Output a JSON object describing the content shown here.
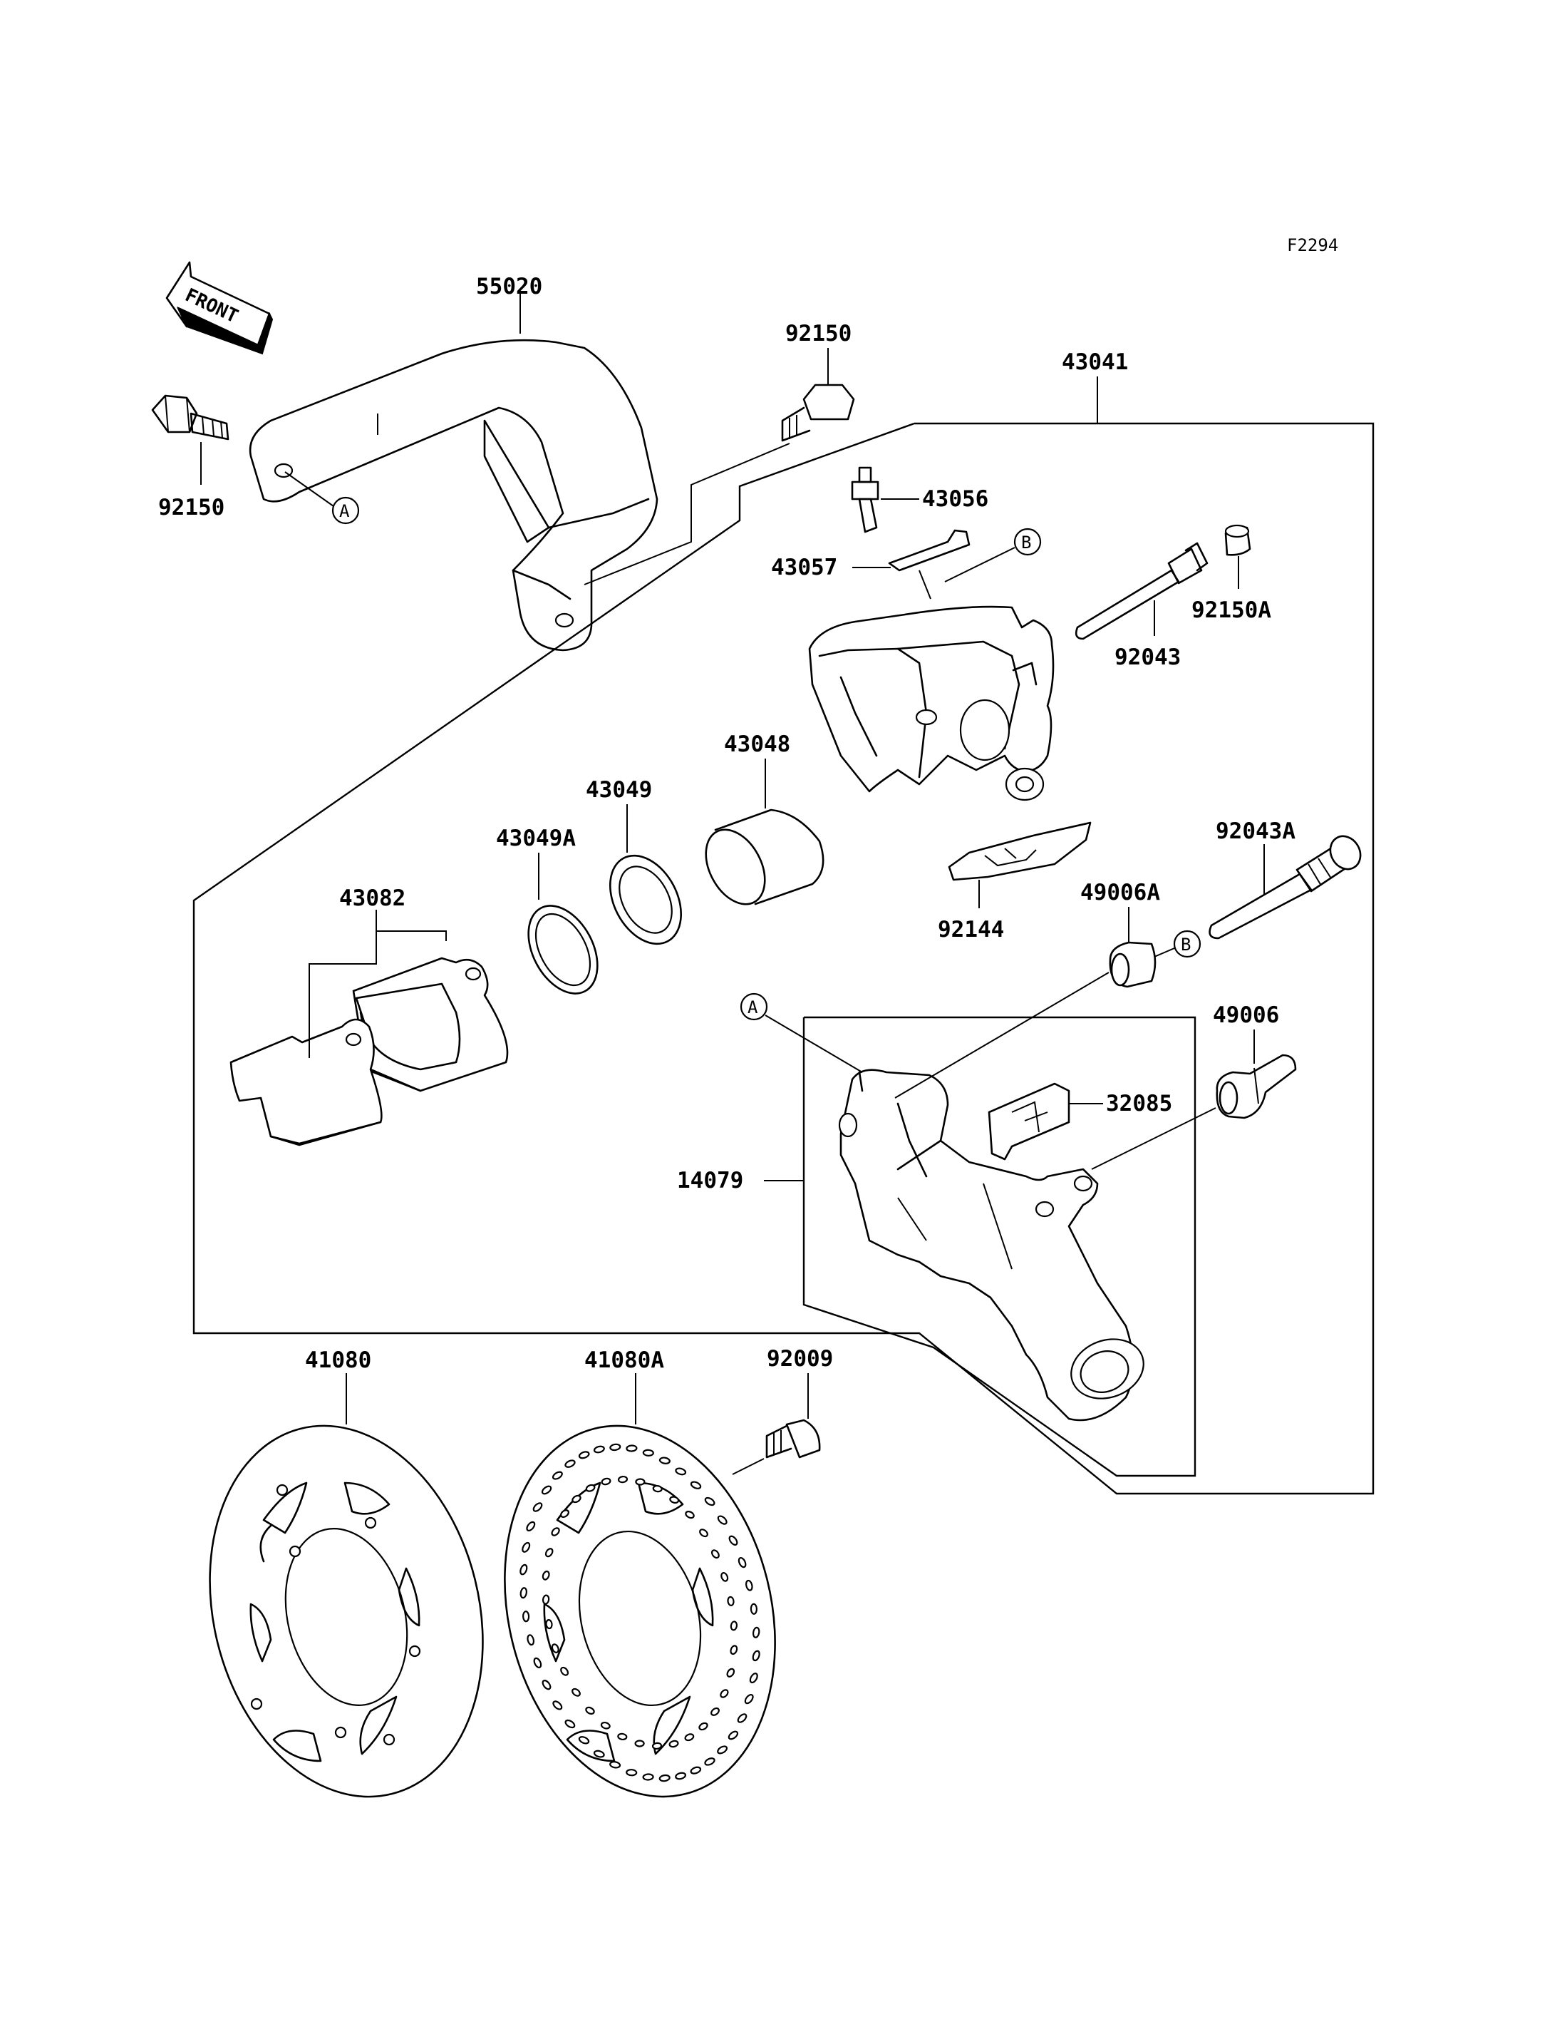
{
  "figure_code": "F2294",
  "front_arrow_label": "FRONT",
  "callouts": {
    "A": "A",
    "B": "B"
  },
  "part_numbers": {
    "p55020": "55020",
    "p92150_top": "92150",
    "p92150_left": "92150",
    "p43041": "43041",
    "p43056": "43056",
    "p43057": "43057",
    "p92150A": "92150A",
    "p92043": "92043",
    "p43048": "43048",
    "p43049": "43049",
    "p43049A": "43049A",
    "p43082": "43082",
    "p92144": "92144",
    "p92043A": "92043A",
    "p49006A": "49006A",
    "p49006": "49006",
    "p32085": "32085",
    "p14079": "14079",
    "p41080": "41080",
    "p41080A": "41080A",
    "p92009": "92009"
  }
}
